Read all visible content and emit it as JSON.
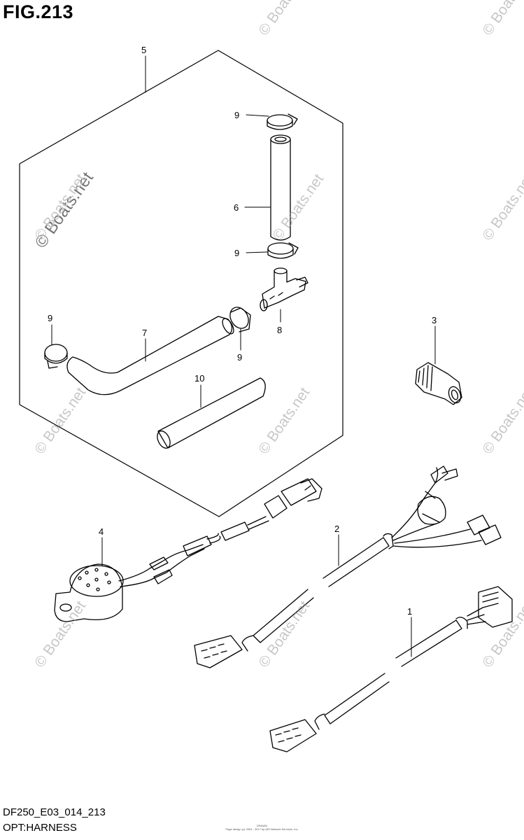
{
  "figure": {
    "title": "FIG.213",
    "code": "DF250_E03_014_213",
    "name": "OPT:HARNESS",
    "copyright_line1": "DRAWN",
    "copyright_line2": "Page design (c) 2004 - 2017 by ARI Network Services, Inc."
  },
  "watermark": {
    "main_text": "© Boats.net",
    "tile_text": "© Boats.net",
    "color": "#9a9a9a"
  },
  "callouts": [
    {
      "id": "c5",
      "number": "5"
    },
    {
      "id": "c9a",
      "number": "9"
    },
    {
      "id": "c6",
      "number": "6"
    },
    {
      "id": "c9b",
      "number": "9"
    },
    {
      "id": "c9c",
      "number": "9"
    },
    {
      "id": "c7",
      "number": "7"
    },
    {
      "id": "c9d",
      "number": "9"
    },
    {
      "id": "c8",
      "number": "8"
    },
    {
      "id": "c3",
      "number": "3"
    },
    {
      "id": "c10",
      "number": "10"
    },
    {
      "id": "c4",
      "number": "4"
    },
    {
      "id": "c2",
      "number": "2"
    },
    {
      "id": "c1",
      "number": "1"
    }
  ],
  "colors": {
    "line": "#000000",
    "paper": "#ffffff"
  }
}
